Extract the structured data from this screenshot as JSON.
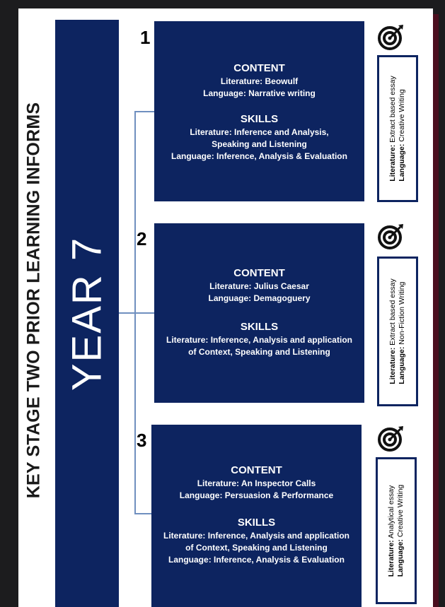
{
  "title": "KEY STAGE TWO PRIOR LEARNING INFORMS",
  "year": "YEAR 7",
  "terms": [
    {
      "number": "1",
      "content_heading": "CONTENT",
      "content_lines": [
        "Literature: Beowulf",
        "Language: Narrative writing"
      ],
      "skills_heading": "SKILLS",
      "skills_lines": [
        "Literature: Inference and Analysis,",
        "Speaking and Listening",
        "Language: Inference, Analysis & Evaluation"
      ],
      "assessment": {
        "literature_label": "Literature:",
        "literature_value": "Extract based essay",
        "language_label": "Language:",
        "language_value": "Creative Writing"
      }
    },
    {
      "number": "2",
      "content_heading": "CONTENT",
      "content_lines": [
        "Literature: Julius Caesar",
        "Language: Demagoguery"
      ],
      "skills_heading": "SKILLS",
      "skills_lines": [
        "Literature: Inference, Analysis and application",
        "of Context, Speaking and Listening"
      ],
      "assessment": {
        "literature_label": "Literature:",
        "literature_value": "Extract based essay",
        "language_label": "Language:",
        "language_value": "Non-Fiction Writing"
      }
    },
    {
      "number": "3",
      "content_heading": "CONTENT",
      "content_lines": [
        "Literature: An Inspector Calls",
        "Language: Persuasion & Performance"
      ],
      "skills_heading": "SKILLS",
      "skills_lines": [
        "Literature: Inference, Analysis and application",
        "of Context, Speaking and Listening",
        "Language: Inference, Analysis & Evaluation"
      ],
      "assessment": {
        "literature_label": "Literature:",
        "literature_value": "Analytical essay",
        "language_label": "Language:",
        "language_value": "Creative Writing"
      }
    }
  ],
  "colors": {
    "navy": "#0d2460",
    "background": "#1c1c1e",
    "connector": "#6f8fbf",
    "accent_strip": "#4a0e1e"
  },
  "icons": {
    "target": "target-arrow-icon"
  }
}
